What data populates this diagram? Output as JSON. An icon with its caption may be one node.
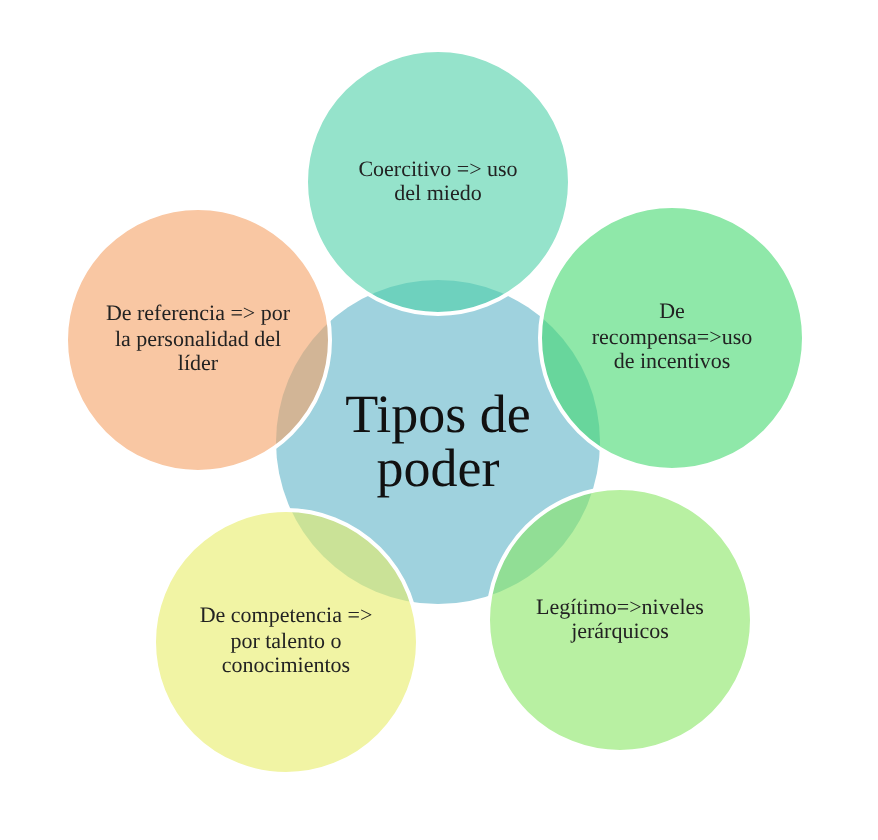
{
  "diagram": {
    "nodes": [
      {
        "text": [
          "Tipos de poder"
        ]
      },
      {
        "text": [
          "Coercitivo => uso del miedo"
        ]
      },
      {
        "text": [
          "De recompensa=>uso de incentivos"
        ]
      },
      {
        "text": [
          "Legítimo=>niveles jerárquicos"
        ]
      },
      {
        "text": [
          "De competencia => por talento o conocimientos"
        ]
      },
      {
        "text": [
          "De referencia => por la personalidad del líder"
        ]
      }
    ]
  }
}
